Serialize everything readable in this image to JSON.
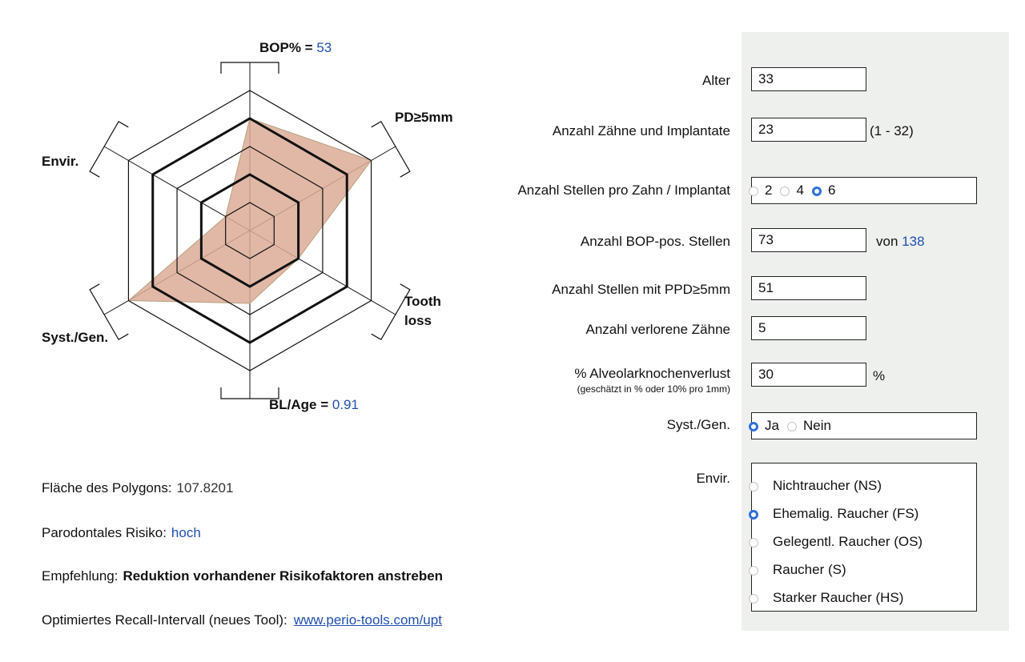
{
  "radar": {
    "axes": [
      {
        "key": "bop",
        "label": "BOP% = ",
        "value_text": "53",
        "score": 4.0
      },
      {
        "key": "pd",
        "label": "PD≥5mm",
        "value_text": "",
        "score": 5.0
      },
      {
        "key": "tooth",
        "label_lines": [
          "Tooth",
          "loss"
        ],
        "value_text": "",
        "score": 2.0
      },
      {
        "key": "blage",
        "label": "BL/Age = ",
        "value_text": "0.91",
        "score": 2.6
      },
      {
        "key": "syst",
        "label": "Syst./Gen.",
        "value_text": "",
        "score": 5.0
      },
      {
        "key": "envir",
        "label": "Envir.",
        "value_text": "",
        "score": 1.0
      }
    ],
    "max_score": 5,
    "rings": 5,
    "bold_rings": [
      2,
      4
    ],
    "colors": {
      "fill": "#dcab96",
      "fill_stroke": "#b8a080",
      "grid": "#111111",
      "value": "#1f4fb0"
    }
  },
  "results": {
    "area_label": "Fläche des Polygons:",
    "area_value": "107.8201",
    "risk_label": "Parodontales Risiko:",
    "risk_value": "hoch",
    "recommend_label": "Empfehlung:",
    "recommend_value": "Reduktion vorhandener Risikofaktoren anstreben",
    "recall_label": "Optimiertes Recall-Intervall (neues Tool):",
    "recall_link": "www.perio-tools.com/upt"
  },
  "form": {
    "age": {
      "label": "Alter",
      "value": "33"
    },
    "teeth": {
      "label": "Anzahl Zähne und Implantate",
      "value": "23",
      "hint": "(1 - 32)"
    },
    "sites": {
      "label": "Anzahl Stellen pro Zahn / Implantat",
      "options": [
        "2",
        "4",
        "6"
      ],
      "selected": 2
    },
    "bop": {
      "label": "Anzahl BOP-pos. Stellen",
      "value": "73",
      "of_label": "von",
      "of_value": "138"
    },
    "ppd": {
      "label": "Anzahl Stellen mit PPD≥5mm",
      "value": "51"
    },
    "lost": {
      "label": "Anzahl verlorene Zähne",
      "value": "5"
    },
    "bone": {
      "label": "% Alveolarknochenverlust",
      "sublabel": "(geschätzt in % oder 10% pro 1mm)",
      "value": "30",
      "unit": "%"
    },
    "syst": {
      "label": "Syst./Gen.",
      "options": [
        "Ja",
        "Nein"
      ],
      "selected": 0
    },
    "envir": {
      "label": "Envir.",
      "options": [
        "Nichtraucher (NS)",
        "Ehemalig. Raucher (FS)",
        "Gelegentl. Raucher (OS)",
        "Raucher (S)",
        "Starker Raucher (HS)"
      ],
      "selected": 1
    }
  }
}
